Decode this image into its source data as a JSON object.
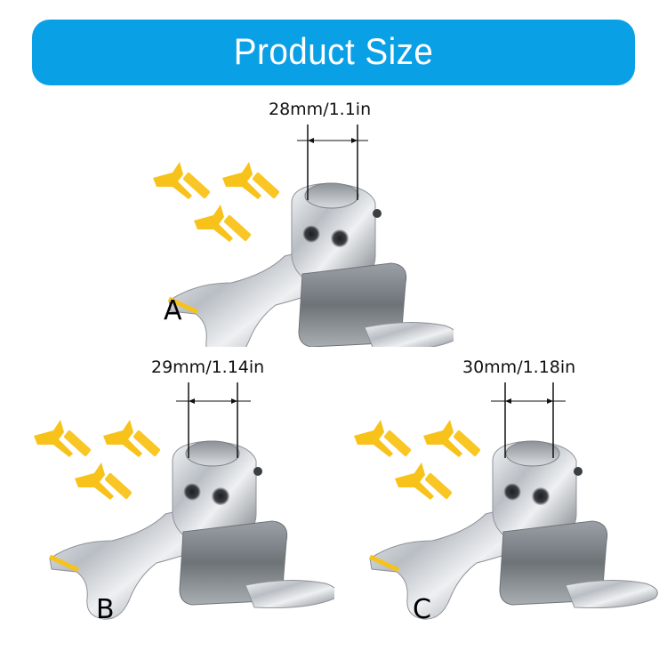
{
  "header": {
    "title": "Product Size",
    "color": "#0aa0e6"
  },
  "variants": [
    {
      "letter": "A",
      "dimension": "28mm/1.1in"
    },
    {
      "letter": "B",
      "dimension": "29mm/1.14in"
    },
    {
      "letter": "C",
      "dimension": "30mm/1.18in"
    }
  ],
  "colors": {
    "inserts": "#f7c21a",
    "metal": "#c9cdd2",
    "dim_lines": "#111111"
  },
  "icons": {
    "product": "tire-mount-head-icon",
    "insert": "plastic-insert-icon"
  }
}
